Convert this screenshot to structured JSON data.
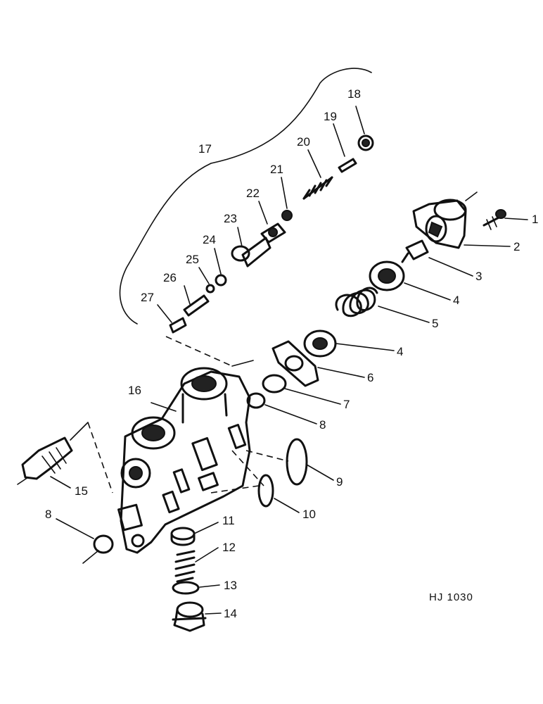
{
  "callouts": [
    "1",
    "2",
    "3",
    "4",
    "4",
    "5",
    "6",
    "7",
    "8",
    "8",
    "9",
    "10",
    "11",
    "12",
    "13",
    "14",
    "15",
    "16",
    "17",
    "18",
    "19",
    "20",
    "21",
    "22",
    "23",
    "24",
    "25",
    "26",
    "27"
  ],
  "drawing_code": "HJ 1030"
}
